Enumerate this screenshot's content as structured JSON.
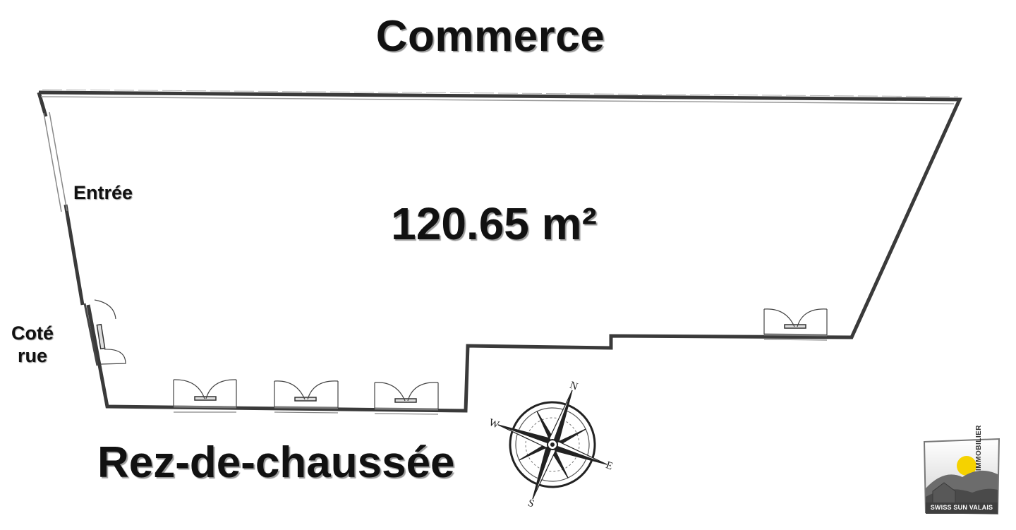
{
  "plan": {
    "title": "Commerce",
    "area": "120.65 m²",
    "entrance_label": "Entrée",
    "street_side": {
      "line1": "Coté",
      "line2": "rue"
    },
    "floor": "Rez-de-chaussée"
  },
  "compass": {
    "north": "N",
    "east": "E",
    "south": "S",
    "west": "W"
  },
  "logo": {
    "name": "SWISS SUN VALAIS",
    "side_text": "IMMOBILIER"
  },
  "colors": {
    "wall": "#3a3a3a",
    "text": "#111111",
    "shadow": "#9a9a9a",
    "sun": "#f5d200"
  }
}
